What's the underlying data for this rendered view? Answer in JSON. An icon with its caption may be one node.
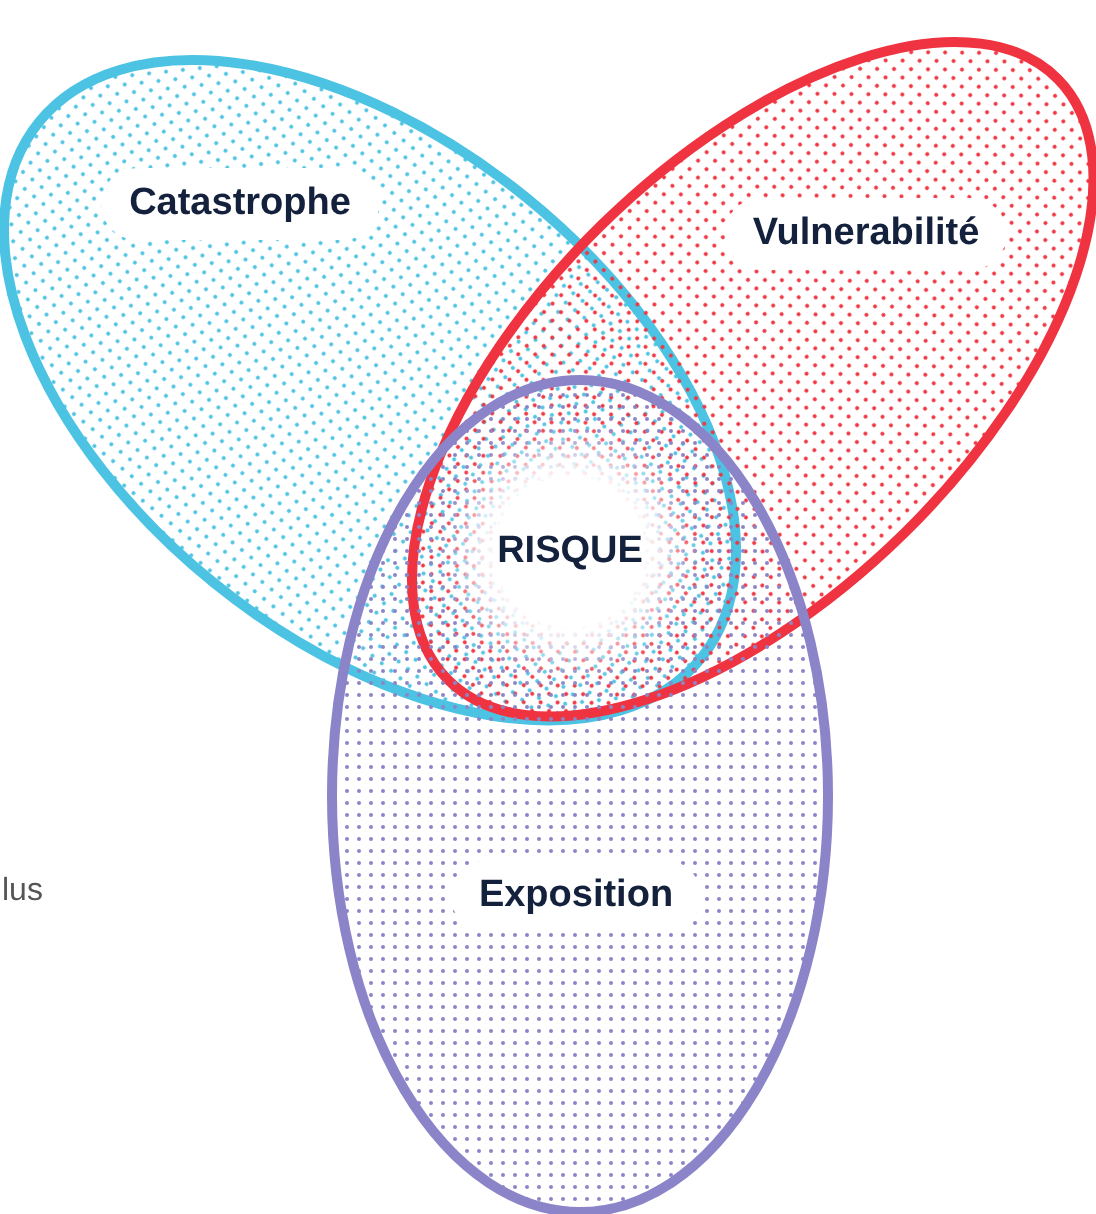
{
  "diagram": {
    "nodes": [
      {
        "text": [
          "Catastrophe"
        ]
      },
      {
        "text": [
          "Vulnerabilité"
        ]
      },
      {
        "text": [
          "Exposition"
        ]
      },
      {
        "text": [
          "RISQUE"
        ]
      }
    ],
    "labels": [
      "lus"
    ]
  }
}
